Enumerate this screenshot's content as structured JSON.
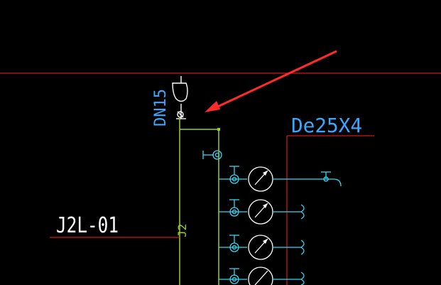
{
  "drawing": {
    "pipe_size_label": "DN15",
    "pipe_spec_label": "De25X4",
    "riser_id_label": "J2L-01",
    "riser_short_label": "J2"
  },
  "colors": {
    "background": "#000000",
    "red_line": "#ff1f1f",
    "green_pipe": "#9acd32",
    "cyan_symbol": "#33d6f2",
    "white_symbol": "#ffffff",
    "arrow": "#ff2b2b",
    "label_blue": "#3aa8ff",
    "label_white": "#ffffff"
  }
}
